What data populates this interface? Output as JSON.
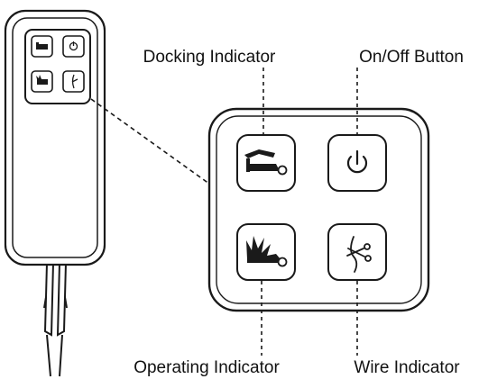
{
  "labels": {
    "docking": "Docking Indicator",
    "power": "On/Off Button",
    "operating": "Operating Indicator",
    "wire": "Wire Indicator"
  },
  "icons": {
    "docking": "docking-station-mower-icon",
    "power": "power-icon",
    "operating": "mower-in-grass-icon",
    "wire": "wire-scissors-icon"
  },
  "colors": {
    "line": "#1a1a1a",
    "background": "#ffffff"
  }
}
